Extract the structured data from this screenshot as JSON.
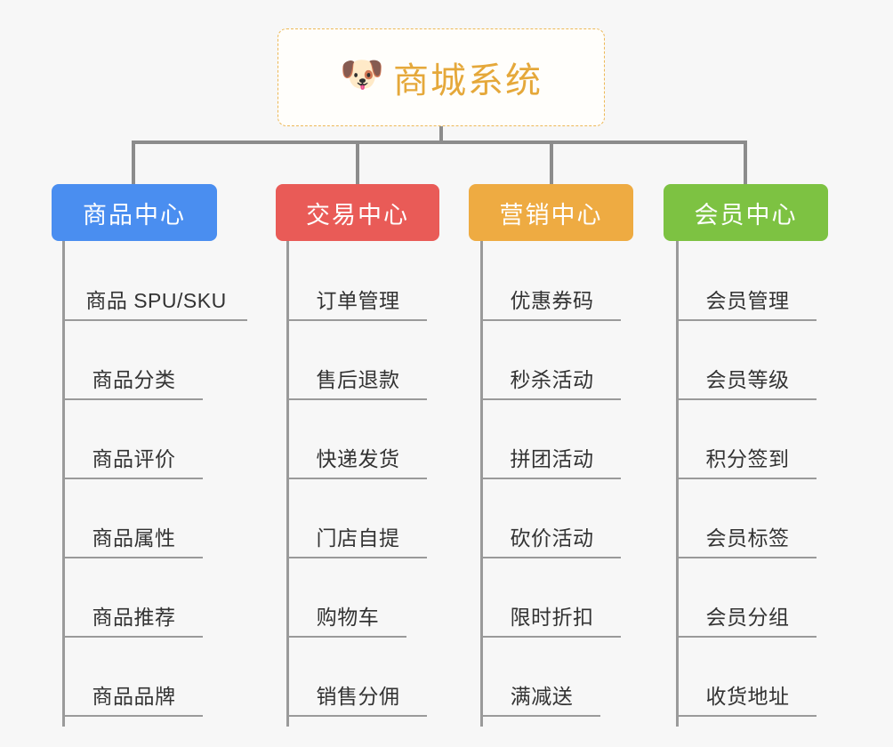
{
  "diagram": {
    "title": "商城系统",
    "root": {
      "icon": "dog-face-emoji",
      "icon_glyph": "🐶",
      "label": "商城系统",
      "text_color": "#e5a83a",
      "border_color": "#edb856",
      "background": "#fffefb"
    },
    "connector_color": "#8c8c8c",
    "background": "#f7f7f7",
    "categories": [
      {
        "label": "商品中心",
        "color": "#4a8ef0",
        "items": [
          "商品 SPU/SKU",
          "商品分类",
          "商品评价",
          "商品属性",
          "商品推荐",
          "商品品牌"
        ]
      },
      {
        "label": "交易中心",
        "color": "#e95b57",
        "items": [
          "订单管理",
          "售后退款",
          "快递发货",
          "门店自提",
          "购物车",
          "销售分佣"
        ]
      },
      {
        "label": "营销中心",
        "color": "#eeab42",
        "items": [
          "优惠券码",
          "秒杀活动",
          "拼团活动",
          "砍价活动",
          "限时折扣",
          "满减送"
        ]
      },
      {
        "label": "会员中心",
        "color": "#7dc242",
        "items": [
          "会员管理",
          "会员等级",
          "积分签到",
          "会员标签",
          "会员分组",
          "收货地址"
        ]
      }
    ]
  }
}
